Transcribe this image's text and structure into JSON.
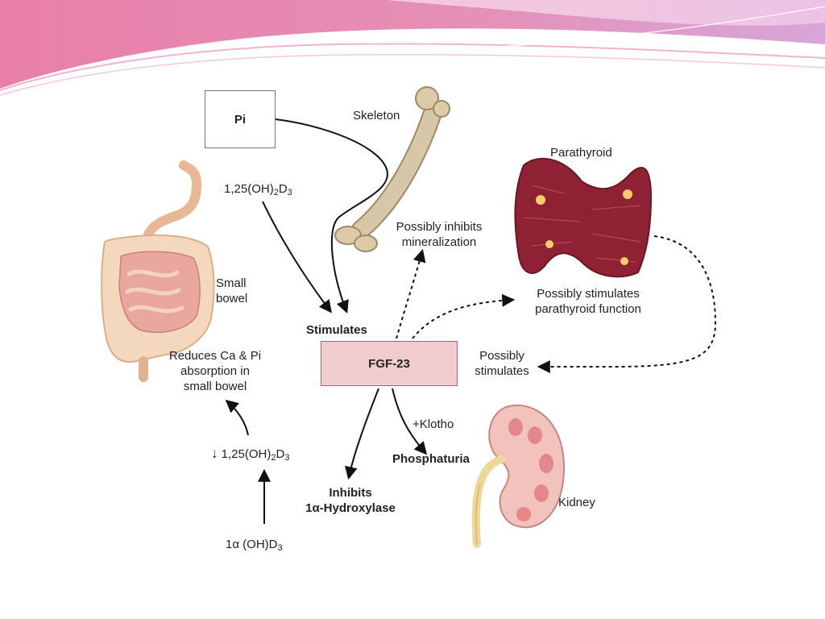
{
  "labels": {
    "pi": "Pi",
    "skeleton": "Skeleton",
    "parathyroid": "Parathyroid",
    "vitd_top_prefix": "1,25(OH)",
    "vitd_top_sub2": "2",
    "vitd_top_mid": "D",
    "vitd_top_sub3": "3",
    "inhibits_mineralization_1": "Possibly inhibits",
    "inhibits_mineralization_2": "mineralization",
    "small_bowel_1": "Small",
    "small_bowel_2": "bowel",
    "stimulates": "Stimulates",
    "fgf23": "FGF-23",
    "parathyroid_function_1": "Possibly stimulates",
    "parathyroid_function_2": "parathyroid function",
    "possibly_stimulates_1": "Possibly",
    "possibly_stimulates_2": "stimulates",
    "reduces_1": "Reduces Ca & Pi",
    "reduces_2": "absorption in",
    "reduces_3": "small bowel",
    "klotho": "+Klotho",
    "phosphaturia": "Phosphaturia",
    "down_arrow": "↓",
    "vitd_bottom_prefix": "1,25(OH)",
    "vitd_bottom_sub2": "2",
    "vitd_bottom_mid": "D",
    "vitd_bottom_sub3": "3",
    "inhibits_1": "Inhibits",
    "inhibits_2": "1α-Hydroxylase",
    "kidney": "Kidney",
    "alpha_prefix": "1α (OH)D",
    "alpha_sub": "3"
  },
  "colors": {
    "banner_pink": "#e97fa8",
    "banner_lavender": "#d8a6d8",
    "fgf_fill": "#f1cccf",
    "parathyroid": "#8e2234",
    "kidney_outer": "#f2c3bd",
    "bone": "#d6c3a5",
    "bowel": "#f4d8bd"
  },
  "icons": [
    "bone-icon",
    "parathyroid-gland-icon",
    "intestine-icon",
    "kidney-icon"
  ]
}
